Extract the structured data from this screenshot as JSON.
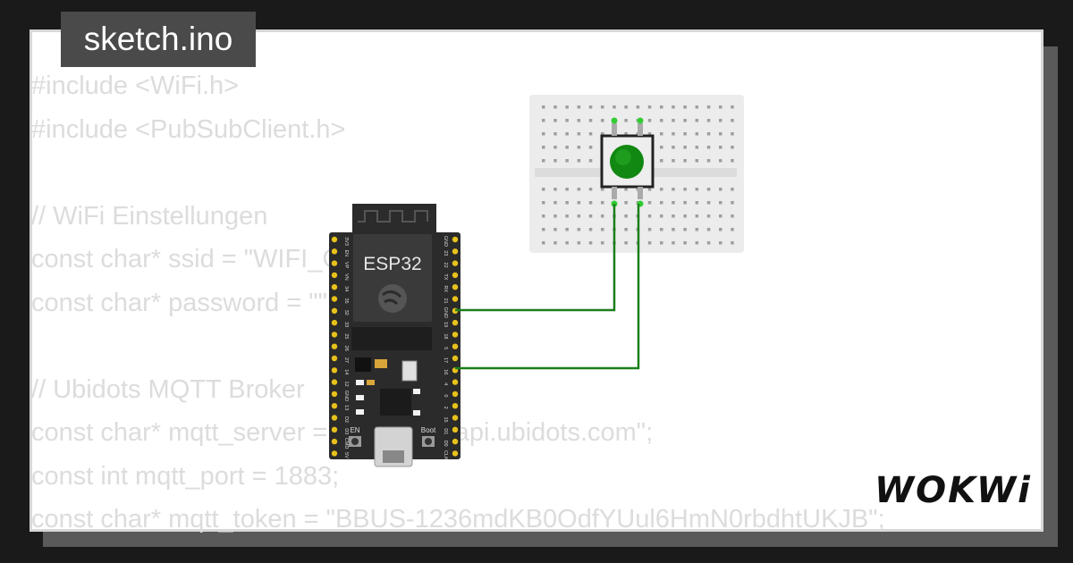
{
  "title": "sketch.ino",
  "brand": "WOKWi",
  "code_lines": [
    "#include <WiFi.h>",
    "#include <PubSubClient.h>",
    "",
    "// WiFi Einstellungen",
    "const char* ssid = \"WIFI_GUEST\";",
    "const char* password = \"\";",
    "",
    "// Ubidots MQTT Broker",
    "const char* mqtt_server = \"industrial.api.ubidots.com\";",
    "const int mqtt_port = 1883;",
    "const char* mqtt_token = \"BBUS-1236mdKB0OdfYUul6HmN0rbdhtUKJB\";"
  ],
  "board": {
    "label": "ESP32",
    "left_pins": [
      "3V3",
      "EN",
      "VP",
      "VN",
      "34",
      "35",
      "32",
      "33",
      "25",
      "26",
      "27",
      "14",
      "12",
      "GND",
      "13",
      "D2",
      "D3",
      "CMD",
      "5V"
    ],
    "right_pins": [
      "GND",
      "23",
      "22",
      "TX",
      "RX",
      "21",
      "GND",
      "19",
      "18",
      "5",
      "17",
      "16",
      "4",
      "0",
      "2",
      "15",
      "D1",
      "D0",
      "CLK"
    ],
    "en_label": "EN",
    "boot_label": "Boot"
  },
  "colors": {
    "background": "#1a1a1a",
    "card": "#ffffff",
    "code_text": "#dcdcdc",
    "tab": "#4a4a4a",
    "wire": "#1a7f1a",
    "button": "#118811",
    "board": "#2b2b2b"
  }
}
